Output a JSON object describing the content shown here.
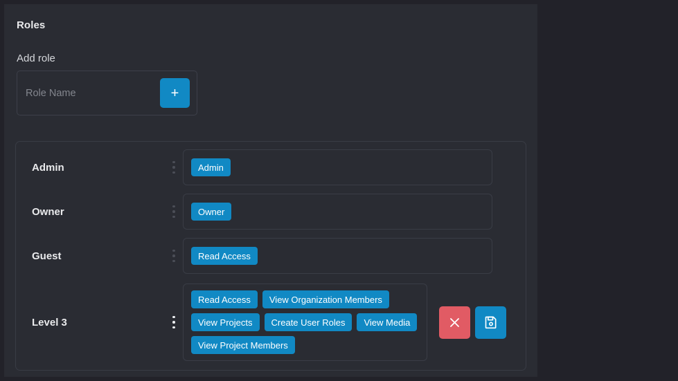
{
  "theme": {
    "app_background": "#222229",
    "panel_background": "#2a2c33",
    "accent_blue": "#1189c4",
    "danger_red": "#e15b64",
    "border": "#3a3d46",
    "text_primary": "#e9eaec",
    "text_muted": "#83868e"
  },
  "header": {
    "title": "Roles",
    "add_role_label": "Add role"
  },
  "add_role": {
    "placeholder": "Role Name",
    "value": "",
    "add_button_label": "+",
    "add_button_icon": "plus-icon"
  },
  "roles": [
    {
      "name": "Admin",
      "handle_icon": "drag-handle-dots-icon",
      "handle_active": false,
      "permissions": [
        "Admin"
      ],
      "editing": false
    },
    {
      "name": "Owner",
      "handle_icon": "drag-handle-dots-icon",
      "handle_active": false,
      "permissions": [
        "Owner"
      ],
      "editing": false
    },
    {
      "name": "Guest",
      "handle_icon": "drag-handle-dots-icon",
      "handle_active": false,
      "permissions": [
        "Read Access"
      ],
      "editing": false
    },
    {
      "name": "Level 3",
      "handle_icon": "drag-handle-dots-icon",
      "handle_active": true,
      "permissions": [
        "Read Access",
        "View Organization Members",
        "View Projects",
        "Create User Roles",
        "View Media",
        "View Project Members"
      ],
      "editing": true,
      "actions": {
        "cancel_icon": "close-x-icon",
        "save_icon": "floppy-disk-save-icon"
      }
    }
  ]
}
